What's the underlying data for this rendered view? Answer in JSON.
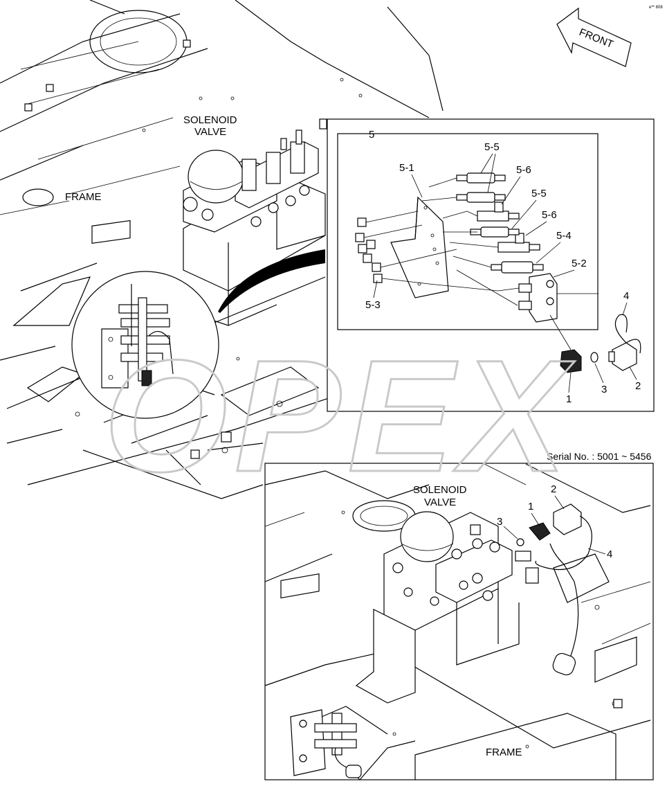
{
  "diagram": {
    "corner_mark": "e** 808",
    "front_arrow": "FRONT",
    "main_view": {
      "solenoid_label_line1": "SOLENOID",
      "solenoid_label_line2": "VALVE",
      "frame_label": "FRAME"
    },
    "detail_view": {
      "group_label": "5",
      "callouts": [
        "5-1",
        "5-5",
        "5-6",
        "5-5",
        "5-6",
        "5-4",
        "5-2",
        "5-3",
        "4",
        "3",
        "2",
        "1"
      ]
    },
    "serial_view": {
      "serial_text": "Serial No. : 5001 ~ 5456",
      "solenoid_label_line1": "SOLENOID",
      "solenoid_label_line2": "VALVE",
      "frame_label": "FRAME",
      "callouts": [
        "1",
        "2",
        "3",
        "4"
      ]
    },
    "watermark": "OPEX"
  }
}
